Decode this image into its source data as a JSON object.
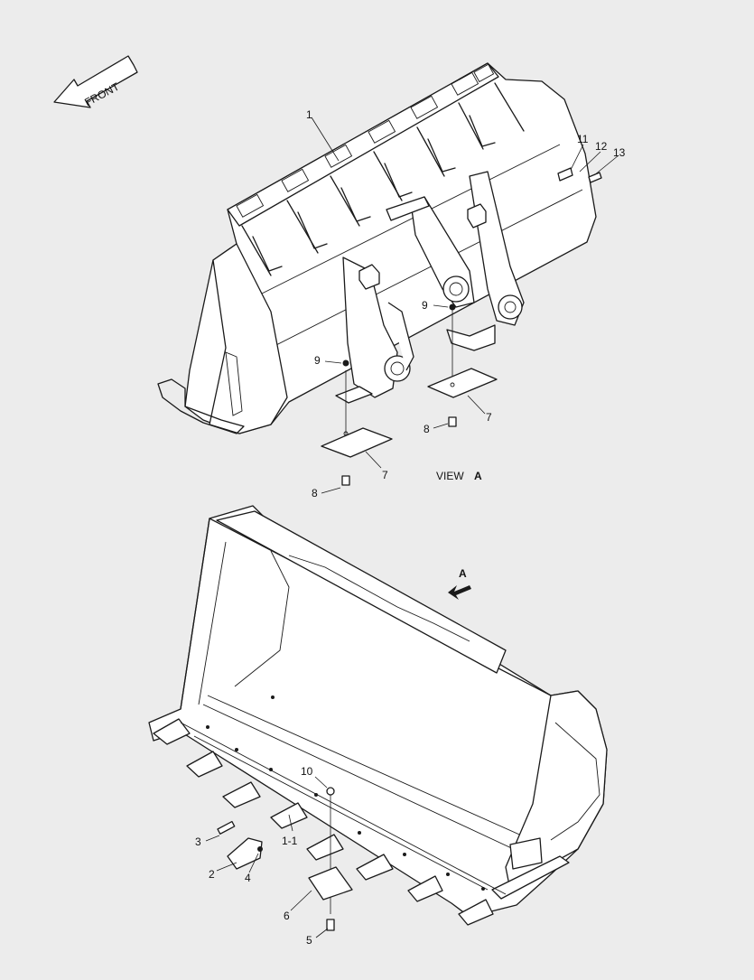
{
  "front_label": "FRONT",
  "view_label": {
    "prefix": "VIEW",
    "letter": "A"
  },
  "arrow_label": "A",
  "callouts": {
    "c1": "1",
    "c11": "11",
    "c12": "12",
    "c13": "13",
    "c9a": "9",
    "c9b": "9",
    "c7a": "7",
    "c7b": "7",
    "c8a": "8",
    "c8b": "8",
    "c10": "10",
    "c3": "3",
    "c2": "2",
    "c4": "4",
    "c11b": "1-1",
    "c6": "6",
    "c5": "5"
  }
}
